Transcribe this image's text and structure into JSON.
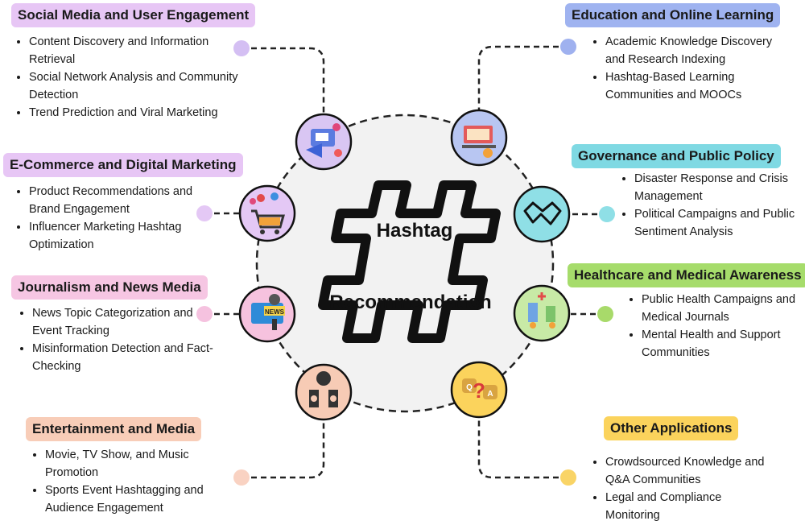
{
  "center": {
    "line1": "Hashtag",
    "line2": "Recommendation"
  },
  "categories": [
    {
      "id": "social",
      "title": "Social Media and User Engagement",
      "color": "#e7c6f5",
      "dot": "#d4bff3",
      "icon": "social-media-icon",
      "items": [
        "Content Discovery and Information Retrieval",
        "Social Network Analysis and Community Detection",
        "Trend Prediction and Viral Marketing"
      ]
    },
    {
      "id": "ecommerce",
      "title": "E-Commerce and Digital Marketing",
      "color": "#e7c6f5",
      "dot": "#e4c8f5",
      "icon": "shopping-cart-icon",
      "items": [
        "Product Recommendations and Brand Engagement",
        "Influencer Marketing Hashtag Optimization"
      ]
    },
    {
      "id": "journalism",
      "title": "Journalism and News Media",
      "color": "#f6c6e3",
      "dot": "#f5c2df",
      "icon": "news-microphone-icon",
      "items": [
        "News Topic Categorization and Event Tracking",
        "Misinformation Detection and Fact-Checking"
      ]
    },
    {
      "id": "entertainment",
      "title": "Entertainment and Media",
      "color": "#f8cdb8",
      "dot": "#f9d2c2",
      "icon": "music-speaker-icon",
      "items": [
        "Movie, TV Show, and Music Promotion",
        "Sports Event Hashtagging and Audience Engagement"
      ]
    },
    {
      "id": "education",
      "title": "Education and Online Learning",
      "color": "#9fb3f0",
      "dot": "#9fb1ef",
      "icon": "online-learning-icon",
      "items": [
        "Academic Knowledge Discovery and Research Indexing",
        "Hashtag-Based Learning Communities and MOOCs"
      ]
    },
    {
      "id": "governance",
      "title": "Governance and Public Policy",
      "color": "#7fd9e3",
      "dot": "#8fdfe6",
      "icon": "handshake-icon",
      "items": [
        "Disaster Response and Crisis Management",
        "Political Campaigns and Public Sentiment Analysis"
      ]
    },
    {
      "id": "healthcare",
      "title": "Healthcare and Medical Awareness",
      "color": "#a6dc6b",
      "dot": "#a8da6a",
      "icon": "healthcare-icon",
      "items": [
        "Public Health Campaigns and Medical Journals",
        "Mental Health and Support Communities"
      ]
    },
    {
      "id": "other",
      "title": "Other Applications",
      "color": "#fbd35c",
      "dot": "#f9d466",
      "icon": "question-answer-icon",
      "items": [
        "Crowdsourced Knowledge and Q&A Communities",
        "Legal and Compliance Monitoring"
      ]
    }
  ]
}
